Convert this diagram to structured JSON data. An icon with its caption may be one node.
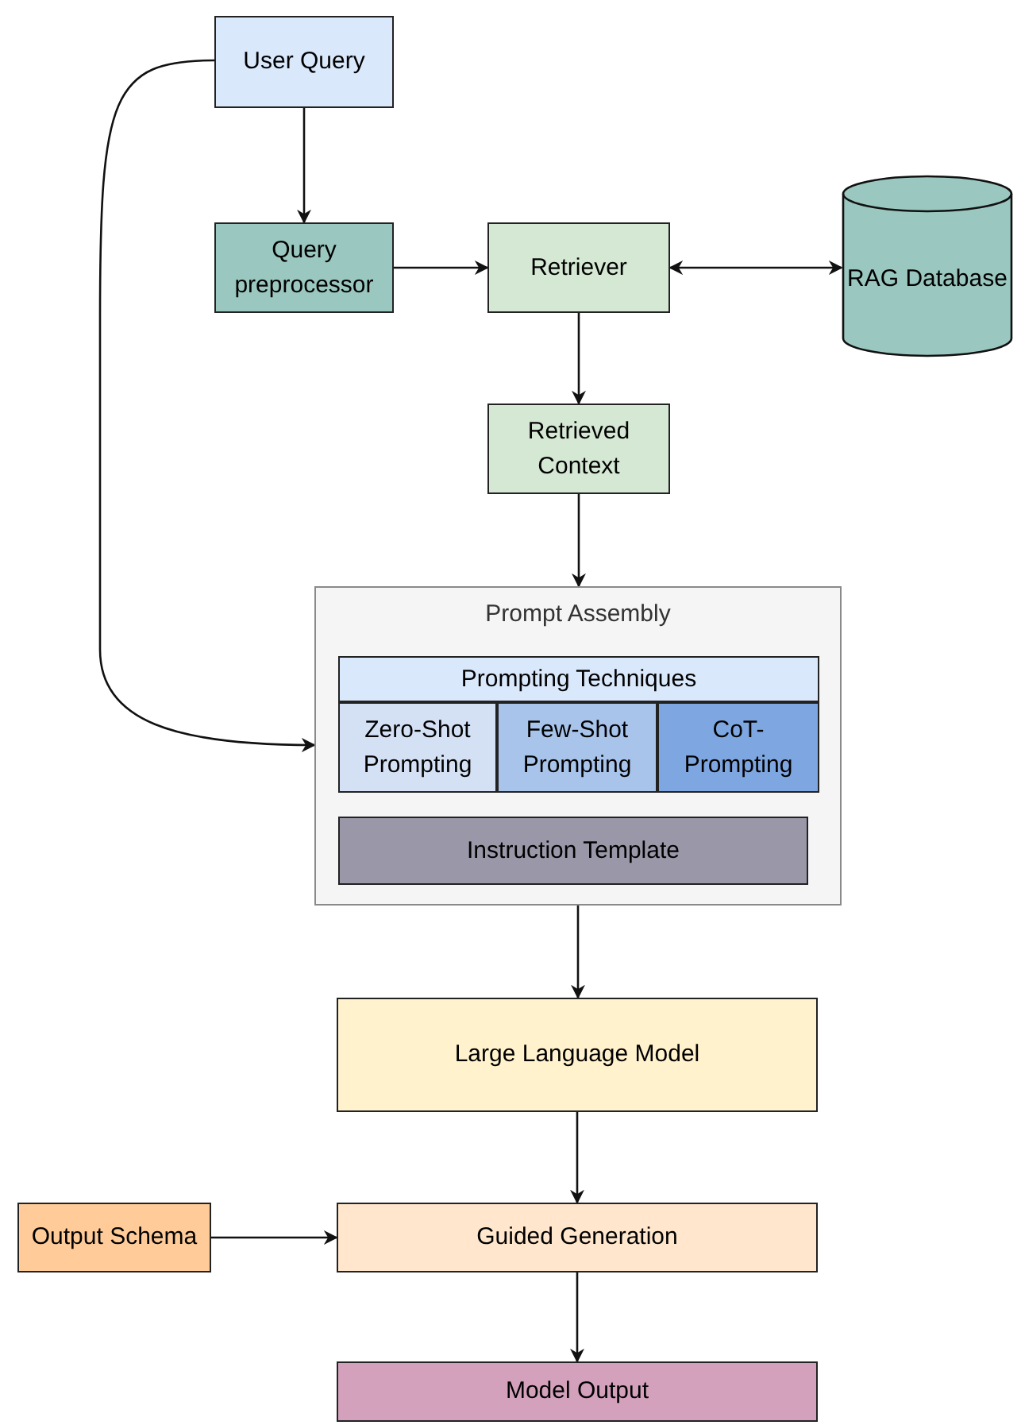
{
  "diagram": {
    "nodes": [
      {
        "text": [
          "User Query"
        ]
      },
      {
        "text": [
          "Query preprocessor"
        ]
      },
      {
        "text": [
          "Retriever"
        ]
      },
      {
        "text": [
          "RAG Database"
        ]
      },
      {
        "text": [
          "Retrieved Context"
        ]
      },
      {
        "text": [
          "Prompt Assembly"
        ]
      },
      {
        "text": [
          "Prompting Techniques"
        ],
        "in": 5
      },
      {
        "text": [
          "Zero-Shot Prompting"
        ],
        "in": 5
      },
      {
        "text": [
          "Few-Shot Prompting"
        ],
        "in": 5
      },
      {
        "text": [
          "CoT-Prompting"
        ],
        "in": 5
      },
      {
        "text": [
          "Instruction Template"
        ],
        "in": 5
      },
      {
        "text": [
          "Large Language Model"
        ]
      },
      {
        "text": [
          "Output Schema"
        ]
      },
      {
        "text": [
          "Guided Generation"
        ]
      },
      {
        "text": [
          "Model Output"
        ]
      }
    ],
    "edges": [
      {
        "from": 0,
        "to": 1,
        "arrow": "to"
      },
      {
        "from": 1,
        "to": 2,
        "arrow": "to"
      },
      {
        "from": 2,
        "to": 3,
        "arrow": "both"
      },
      {
        "from": 2,
        "to": 4,
        "arrow": "to"
      },
      {
        "from": 4,
        "to": 5,
        "arrow": "to"
      },
      {
        "from": 0,
        "to": 5,
        "arrow": "to"
      },
      {
        "from": 5,
        "to": 11,
        "arrow": "to"
      },
      {
        "from": 11,
        "to": 13,
        "arrow": "to"
      },
      {
        "from": 12,
        "to": 13,
        "arrow": "to"
      },
      {
        "from": 13,
        "to": 14,
        "arrow": "to"
      }
    ]
  }
}
